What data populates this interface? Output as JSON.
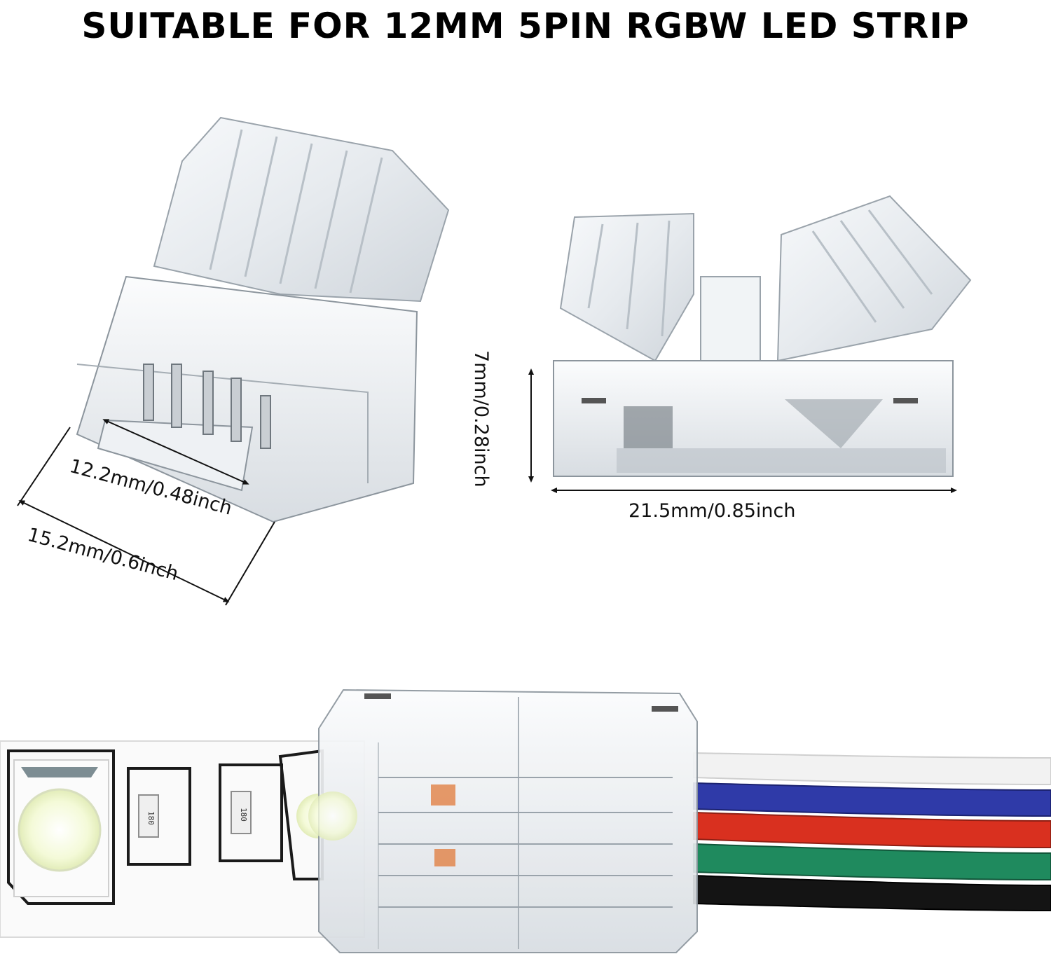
{
  "header": {
    "title": "SUITABLE FOR 12MM 5PIN RGBW LED STRIP"
  },
  "dimensions": {
    "inner_width": "12.2mm/0.48inch",
    "outer_width": "15.2mm/0.6inch",
    "height": "7mm/0.28inch",
    "length": "21.5mm/0.85inch"
  },
  "strip": {
    "resistor_label": "180"
  },
  "colors": {
    "wire_white": "#f2f2f2",
    "wire_blue": "#2f3aa8",
    "wire_red": "#d9301f",
    "wire_green": "#1f8a5e",
    "wire_black": "#141414"
  }
}
